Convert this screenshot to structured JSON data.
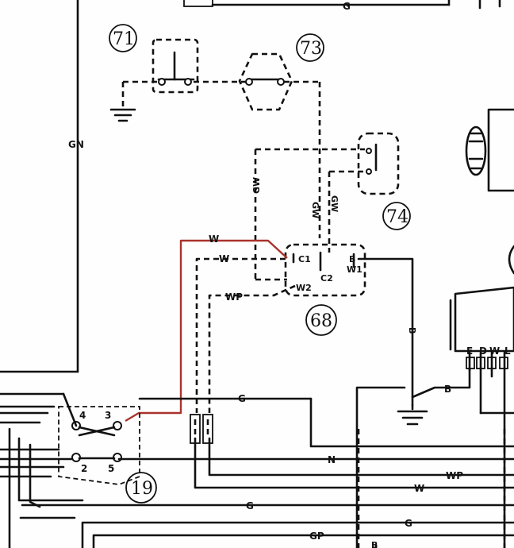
{
  "components": {
    "c19": "19",
    "c68": "68",
    "c71": "71",
    "c73": "73",
    "c74": "74"
  },
  "terminals": {
    "c1": "C1",
    "c2": "C2",
    "w1": "W1",
    "w2": "W2",
    "b": "B",
    "e": "E",
    "d": "D",
    "w": "W",
    "l": "L",
    "t4": "4",
    "t3": "3",
    "t2": "2",
    "t5": "5"
  },
  "wire_labels": {
    "top_g": "G",
    "gn": "GN",
    "gw_a": "GW",
    "gw_b": "GW",
    "gw_c": "GW",
    "w_red": "W",
    "w_mid": "W",
    "wp_mid": "WP",
    "b_vert": "B",
    "b_horiz": "B",
    "g_mid": "G",
    "n_bus": "N",
    "wp_bus": "WP",
    "w_bus": "W",
    "g_bus1": "G",
    "g_bus2": "G",
    "gp_bus": "GP",
    "b_bottom": "B"
  },
  "colors": {
    "wire": "#111111",
    "highlight": "#a9342c",
    "paper": "#fefefe"
  }
}
